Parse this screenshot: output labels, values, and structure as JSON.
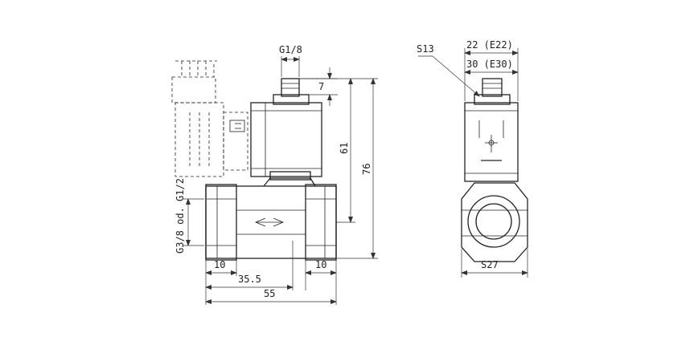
{
  "dimensions": {
    "thread_top": "G1/8",
    "stem_height": "7",
    "height_61": "61",
    "height_76": "76",
    "port_thread": "G3/8 od. G1/2",
    "left_port_len": "10",
    "right_port_len": "10",
    "center_dist": "35.5",
    "total_len": "55",
    "wrench_coil": "S13",
    "coil_22": "22 (E22)",
    "coil_30": "30 (E30)",
    "wrench_body": "S27"
  }
}
